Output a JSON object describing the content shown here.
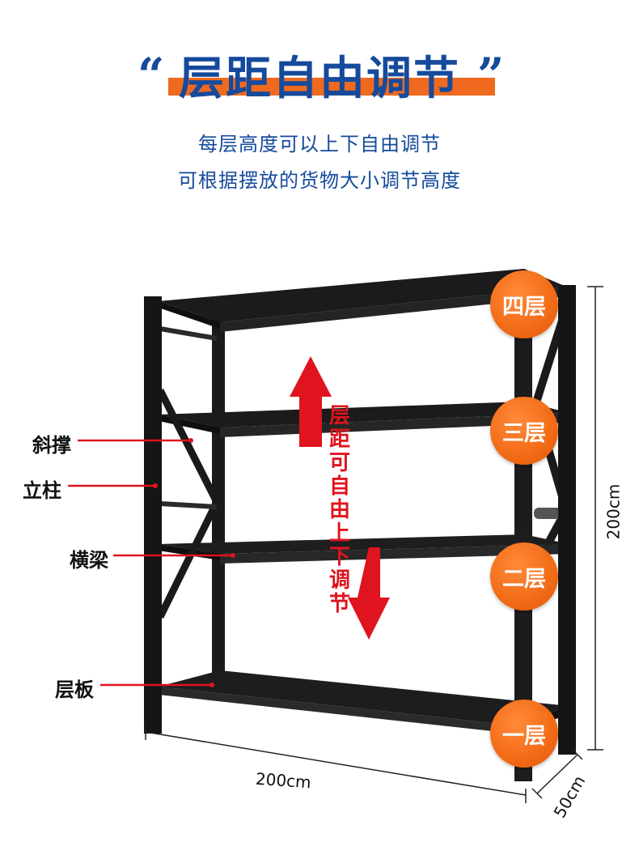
{
  "header": {
    "quote_open": "“",
    "title": "层距自由调节",
    "quote_close": "”",
    "subtitle_line1": "每层高度可以上下自由调节",
    "subtitle_line2": "可根据摆放的货物大小调节高度"
  },
  "parts": {
    "brace": "斜撑",
    "post": "立柱",
    "beam": "横梁",
    "shelf": "层板"
  },
  "layers": [
    "四层",
    "三层",
    "二层",
    "一层"
  ],
  "adjust_text": "层距可自由上下调节",
  "dimensions": {
    "width": "200cm",
    "height": "200cm",
    "depth": "50cm"
  },
  "colors": {
    "title": "#154a9c",
    "accent_orange": "#ef6a1f",
    "arrow_red": "#e0141e",
    "rack_black": "#151515"
  }
}
